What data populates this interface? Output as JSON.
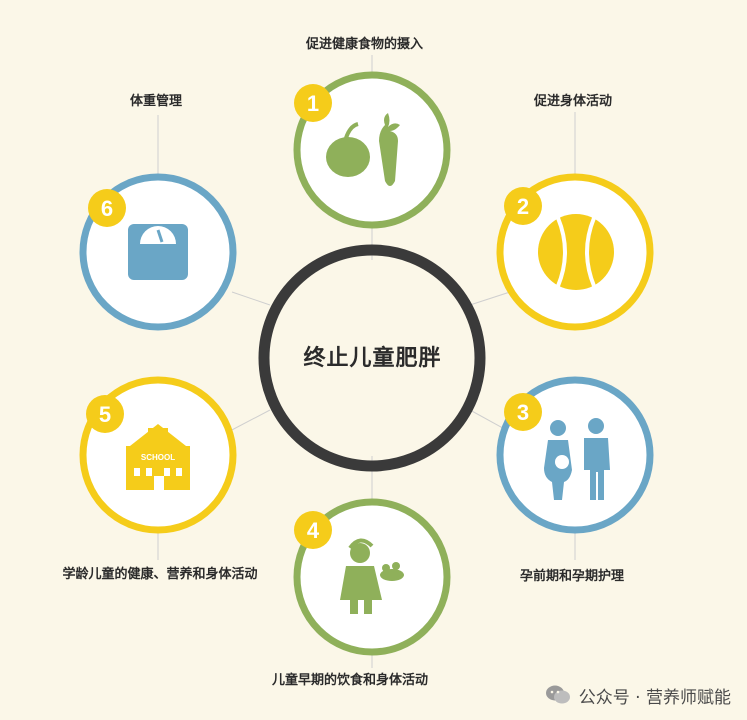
{
  "diagram": {
    "center": "终止儿童肥胖",
    "items": [
      {
        "num": "1",
        "label": "促进健康食物的摄入",
        "color": "#8fb05a",
        "icon": "fruit-vegetable-icon"
      },
      {
        "num": "2",
        "label": "促进身体活动",
        "color": "#f5cc1a",
        "icon": "ball-icon"
      },
      {
        "num": "3",
        "label": "孕前期和孕期护理",
        "color": "#6aa6c6",
        "icon": "couple-pregnancy-icon"
      },
      {
        "num": "4",
        "label": "儿童早期的饮食和身体活动",
        "color": "#8fb05a",
        "icon": "child-eating-icon"
      },
      {
        "num": "5",
        "label": "学龄儿童的健康、营养和身体活动",
        "color": "#f5cc1a",
        "icon": "school-icon"
      },
      {
        "num": "6",
        "label": "体重管理",
        "color": "#6aa6c6",
        "icon": "weighing-scale-icon"
      }
    ],
    "school_text": "SCHOOL"
  },
  "watermark": {
    "text": "公众号 · 营养师赋能",
    "icon": "wechat-icon"
  },
  "colors": {
    "background": "#fbf7e8",
    "ring": "#3a3a3a",
    "badge": "#f5cc1a",
    "badge_text": "#ffffff"
  }
}
